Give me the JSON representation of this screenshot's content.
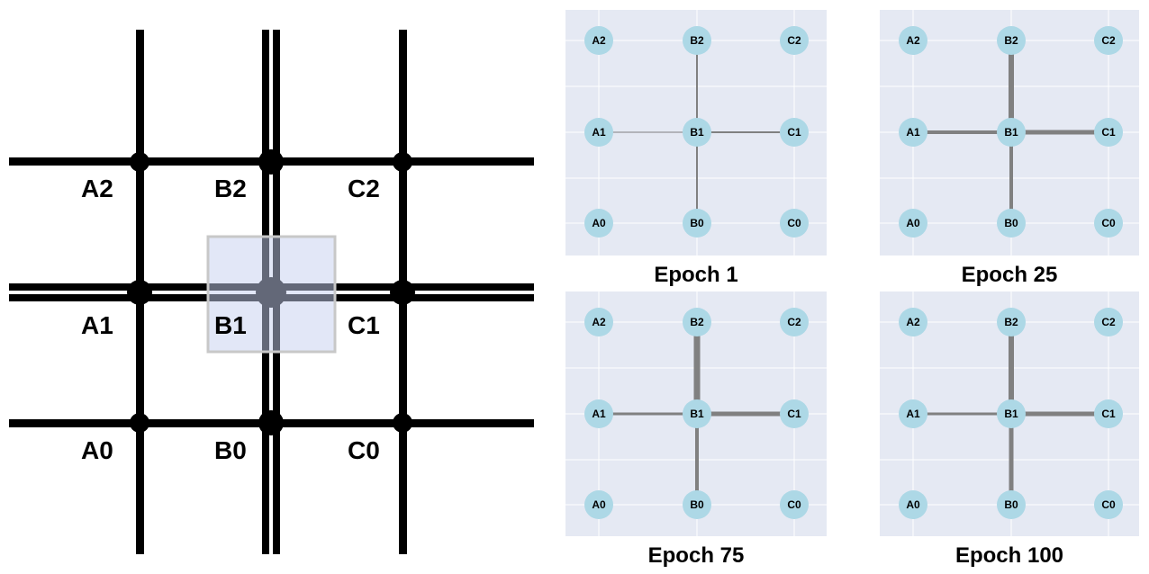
{
  "grid_map": {
    "labels": {
      "A2": "A2",
      "B2": "B2",
      "C2": "C2",
      "A1": "A1",
      "B1": "B1",
      "C1": "C1",
      "A0": "A0",
      "B0": "B0",
      "C0": "C0"
    },
    "highlighted": "B1",
    "highlight_color": "#c5cff0"
  },
  "nodes": [
    "A2",
    "B2",
    "C2",
    "A1",
    "B1",
    "C1",
    "A0",
    "B0",
    "C0"
  ],
  "colors": {
    "panel_bg": "#e5e9f3",
    "grid_line": "#ffffff",
    "node_fill": "#add8e6",
    "edge": "#808080"
  },
  "panels": [
    {
      "caption": "Epoch 1",
      "edges": [
        {
          "from": "B1",
          "to": "B2",
          "weight": 2
        },
        {
          "from": "B1",
          "to": "A1",
          "weight": 1
        },
        {
          "from": "B1",
          "to": "C1",
          "weight": 2
        },
        {
          "from": "B1",
          "to": "B0",
          "weight": 2
        }
      ]
    },
    {
      "caption": "Epoch 25",
      "edges": [
        {
          "from": "B1",
          "to": "B2",
          "weight": 6
        },
        {
          "from": "B1",
          "to": "A1",
          "weight": 4
        },
        {
          "from": "B1",
          "to": "C1",
          "weight": 5
        },
        {
          "from": "B1",
          "to": "B0",
          "weight": 4
        }
      ]
    },
    {
      "caption": "Epoch 75",
      "edges": [
        {
          "from": "B1",
          "to": "B2",
          "weight": 7
        },
        {
          "from": "B1",
          "to": "A1",
          "weight": 3
        },
        {
          "from": "B1",
          "to": "C1",
          "weight": 5
        },
        {
          "from": "B1",
          "to": "B0",
          "weight": 4
        }
      ]
    },
    {
      "caption": "Epoch 100",
      "edges": [
        {
          "from": "B1",
          "to": "B2",
          "weight": 6
        },
        {
          "from": "B1",
          "to": "A1",
          "weight": 3
        },
        {
          "from": "B1",
          "to": "C1",
          "weight": 5
        },
        {
          "from": "B1",
          "to": "B0",
          "weight": 5
        }
      ]
    }
  ]
}
